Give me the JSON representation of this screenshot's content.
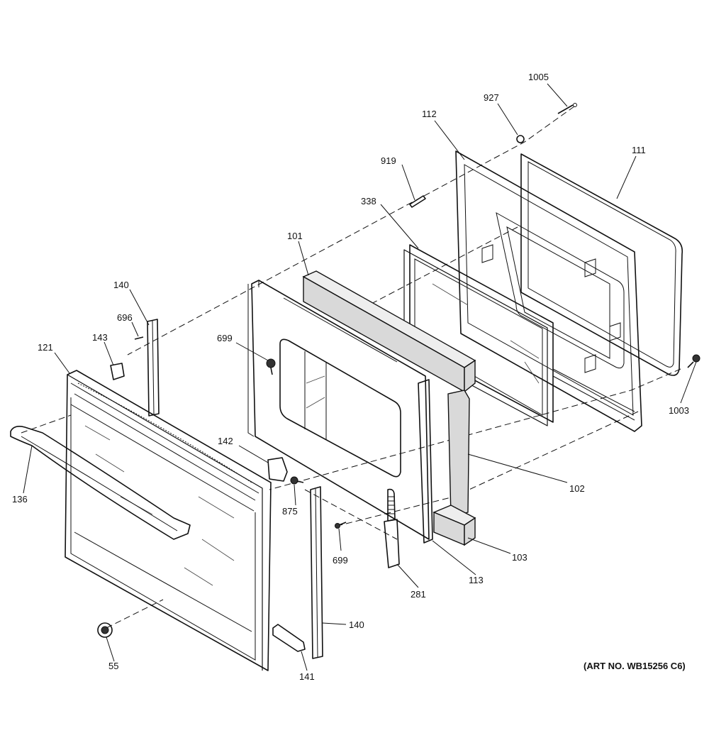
{
  "art_number": "(ART NO. WB15256 C6)",
  "labels": {
    "l1005": "1005",
    "l927": "927",
    "l112": "112",
    "l111": "111",
    "l919": "919",
    "l338": "338",
    "l101": "101",
    "l140a": "140",
    "l696": "696",
    "l143": "143",
    "l699a": "699",
    "l121": "121",
    "l1003": "1003",
    "l142": "142",
    "l102": "102",
    "l136": "136",
    "l875": "875",
    "l699b": "699",
    "l103": "103",
    "l113": "113",
    "l281": "281",
    "l140b": "140",
    "l55": "55",
    "l141": "141"
  }
}
